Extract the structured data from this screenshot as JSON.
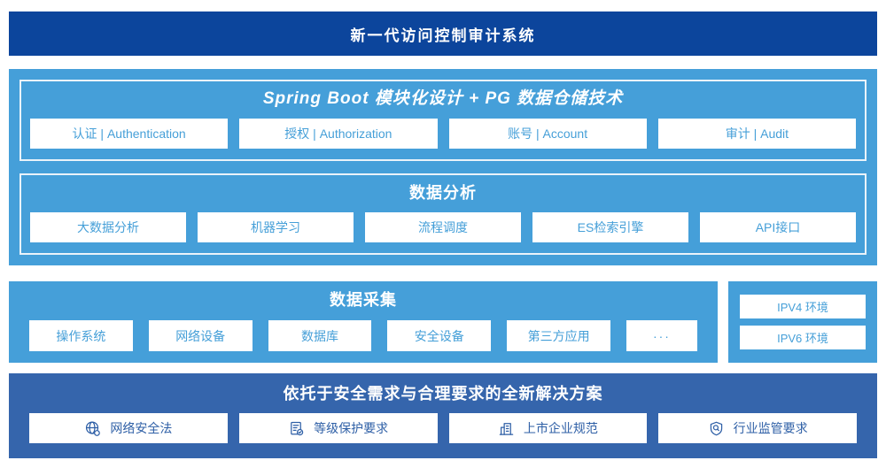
{
  "colors": {
    "deep_blue": "#0C459C",
    "light_blue": "#459FD9",
    "solution_blue": "#3565AC",
    "box_text_blue": "#459FD8",
    "solution_text_blue": "#2E5FA6"
  },
  "banner": {
    "title": "新一代访问控制审计系统"
  },
  "platform": {
    "spring": {
      "title": "Spring Boot 模块化设计 + PG 数据仓储技术",
      "modules": [
        "认证 | Authentication",
        "授权 | Authorization",
        "账号 | Account",
        "审计 | Audit"
      ]
    },
    "analysis": {
      "title": "数据分析",
      "modules": [
        "大数据分析",
        "机器学习",
        "流程调度",
        "ES检索引擎",
        "API接口"
      ]
    }
  },
  "collection": {
    "title": "数据采集",
    "modules": [
      "操作系统",
      "网络设备",
      "数据库",
      "安全设备",
      "第三方应用",
      "···"
    ]
  },
  "env_panel": {
    "items": [
      "IPV4 环境",
      "IPV6 环境"
    ]
  },
  "solution": {
    "title": "依托于安全需求与合理要求的全新解决方案",
    "items": [
      {
        "icon": "globe-icon",
        "label": "网络安全法"
      },
      {
        "icon": "document-check-icon",
        "label": "等级保护要求"
      },
      {
        "icon": "building-icon",
        "label": "上市企业规范"
      },
      {
        "icon": "shield-search-icon",
        "label": "行业监管要求"
      }
    ]
  }
}
